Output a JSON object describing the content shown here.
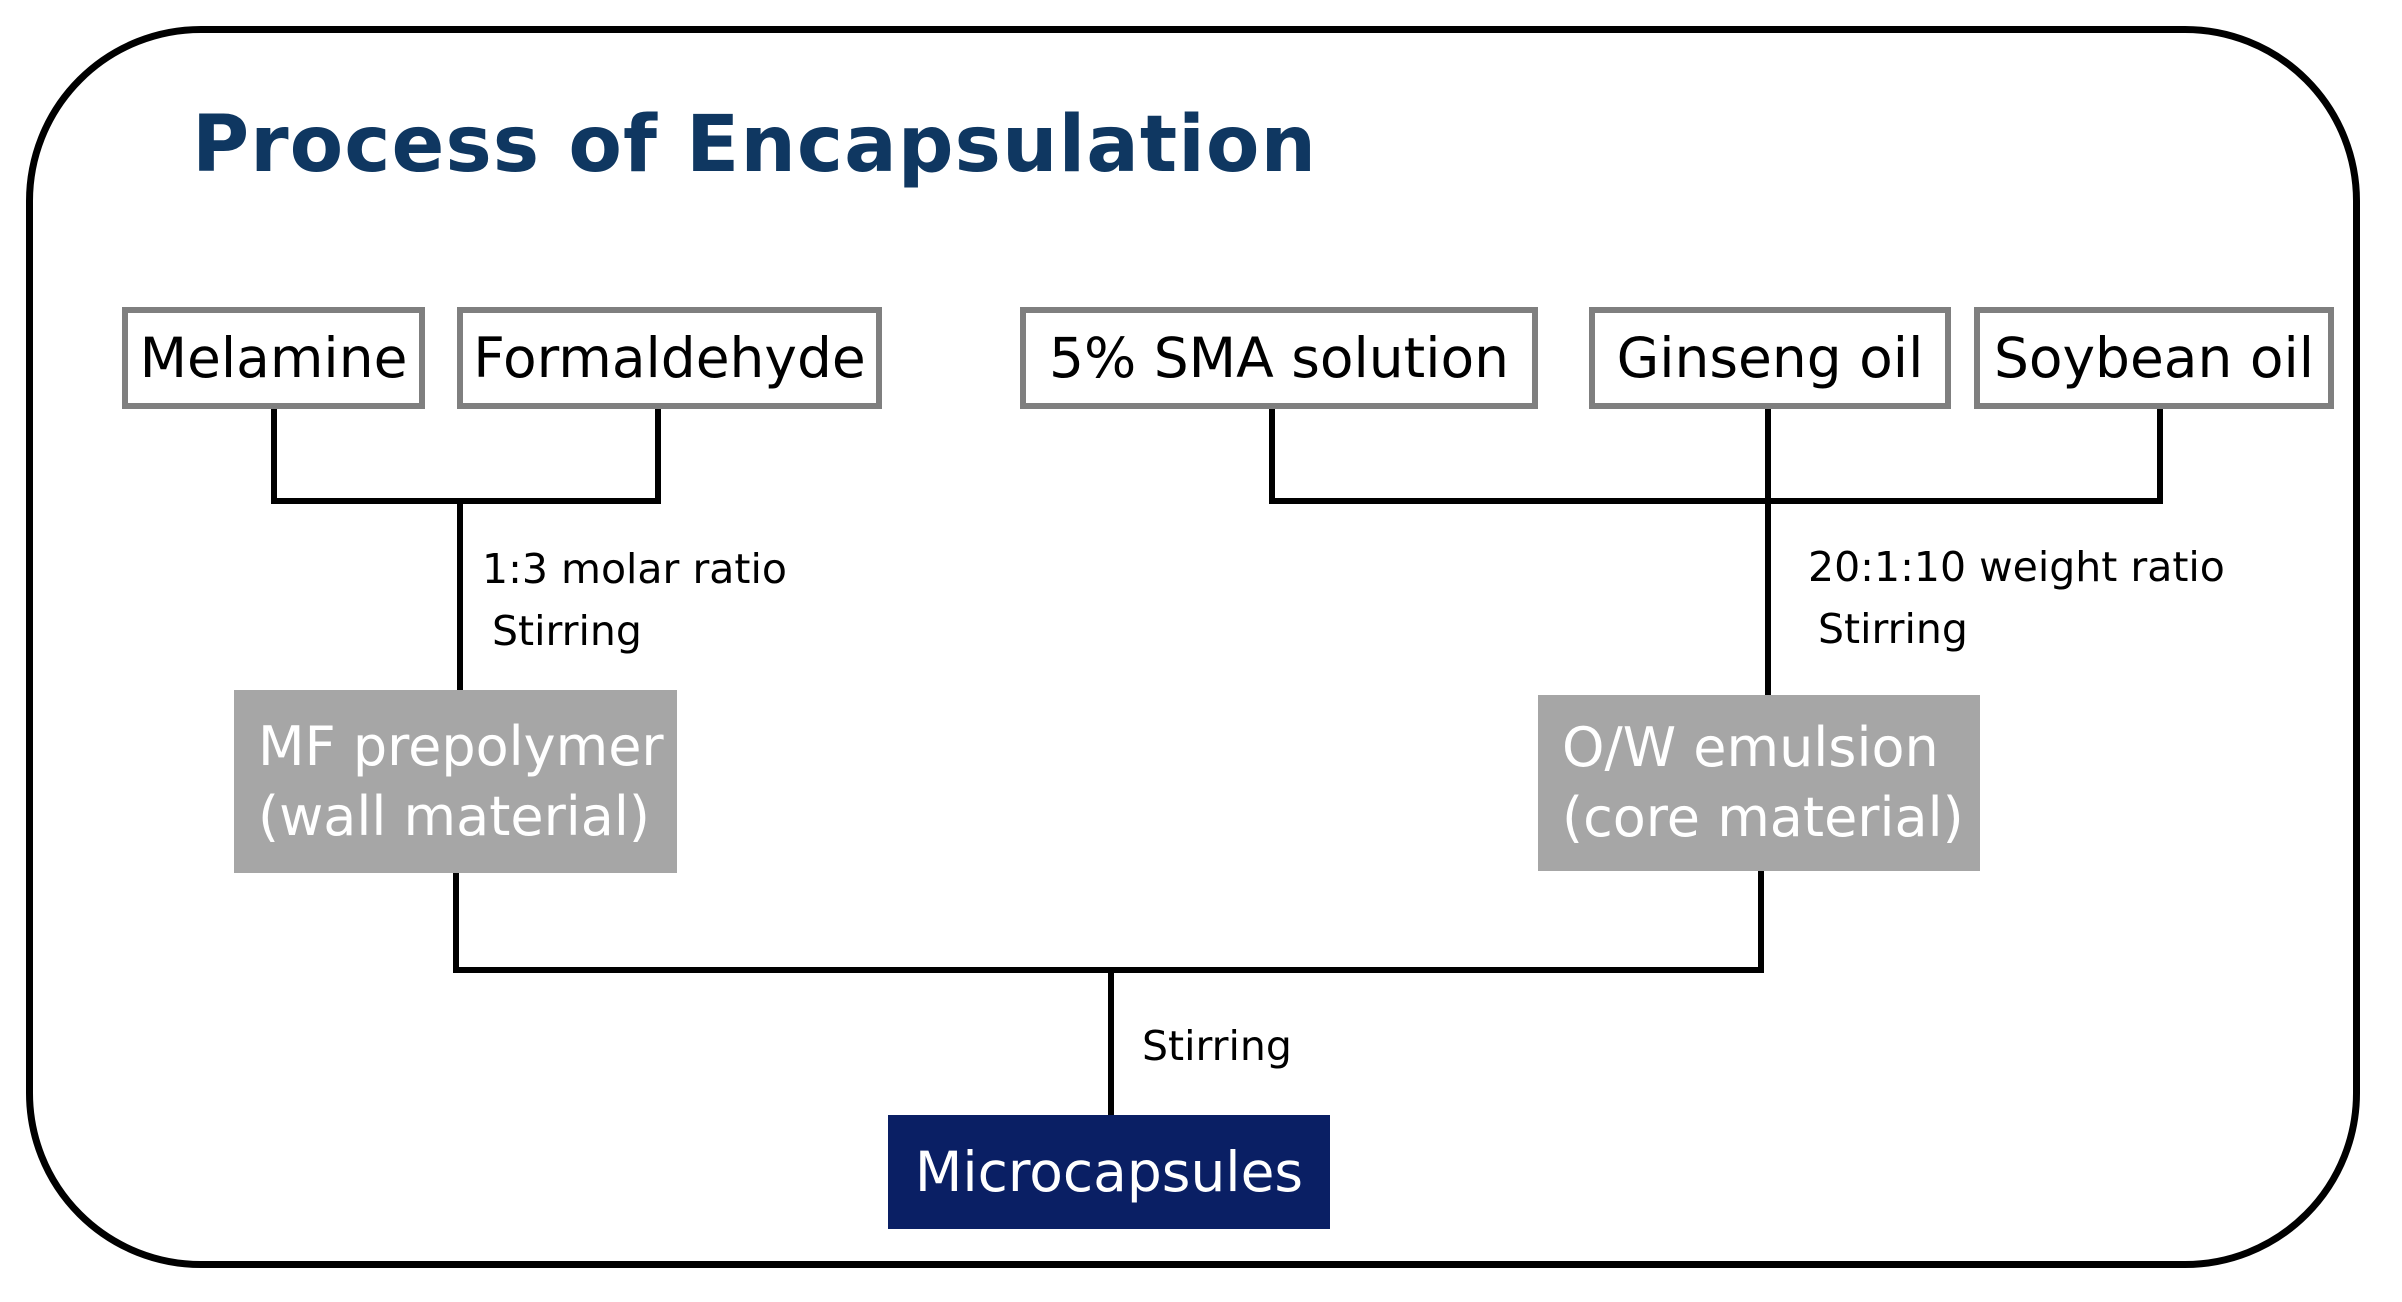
{
  "title": "Process of Encapsulation",
  "inputs": {
    "melamine": "Melamine",
    "formaldehyde": "Formaldehyde",
    "sma": "5% SMA solution",
    "ginseng": "Ginseng oil",
    "soybean": "Soybean oil"
  },
  "conditions": {
    "left_ratio": "1:3 molar ratio",
    "left_stirring": "Stirring",
    "right_ratio": "20:1:10 weight ratio",
    "right_stirring": "Stirring",
    "final_stirring": "Stirring"
  },
  "intermediates": {
    "wall_line1": "MF prepolymer",
    "wall_line2": "(wall material)",
    "core_line1": "O/W emulsion",
    "core_line2": "(core material)"
  },
  "product": "Microcapsules",
  "colors": {
    "title": "#0f3761",
    "box_border": "#7f7f7f",
    "intermediate_fill": "#a6a6a6",
    "product_fill": "#0a1f64"
  }
}
